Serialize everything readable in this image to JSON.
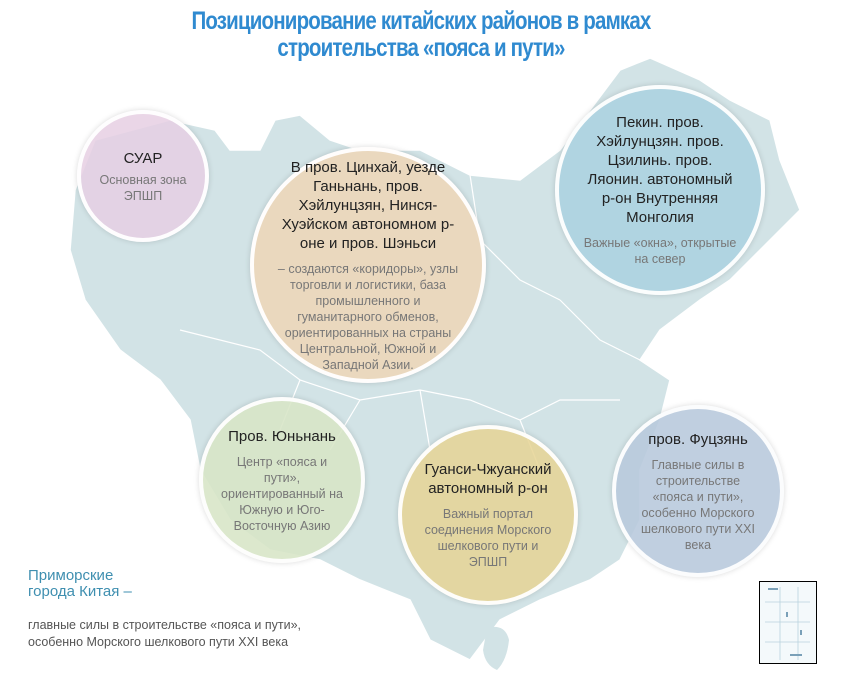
{
  "title": {
    "line1": "Позиционирование китайских районов в рамках",
    "line2": "строительства «пояса и пути»"
  },
  "regions": [
    {
      "heading": "СУАР",
      "description": "Основная зона ЭПШП",
      "color": "#e6cfe3"
    },
    {
      "heading": "В пров. Цинхай, уезде Ганьнань, пров. Хэйлунцзян, Нинся-Хуэйском автономном р-оне и пров. Шэньси",
      "description": "– создаются «коридоры», узлы торговли и логистики, база промышленного и гуманитарного обменов, ориентированных на страны Центральной, Южной и Западной Азии.",
      "color": "#efd6b6"
    },
    {
      "heading": "Пекин. пров. Хэйлунцзян. пров. Цзилинь. пров. Ляонин. автономный р-он Внутренняя Монголия",
      "description": "Важные «окна», открытые на север",
      "color": "#a8cfe0"
    },
    {
      "heading": "Пров. Юньнань",
      "description": "Центр «пояса и пути», ориентированный на Южную и Юго-Восточную Азию",
      "color": "#d7e5c6"
    },
    {
      "heading": "Гуанси-Чжуанский автономный р-он",
      "description": "Важный портал соединения Морского шелкового пути и ЭПШП",
      "color": "#e6d394"
    },
    {
      "heading": "пров. Фуцзянь",
      "description": "Главные силы в строительстве «пояса и пути», особенно Морского шелкового пути XXI века",
      "color": "#b7c8dc"
    }
  ],
  "note": {
    "title": "Приморские города Китая –",
    "description": "главные силы в строительстве «пояса и пути», особенно Морского шелкового пути XXI века"
  }
}
